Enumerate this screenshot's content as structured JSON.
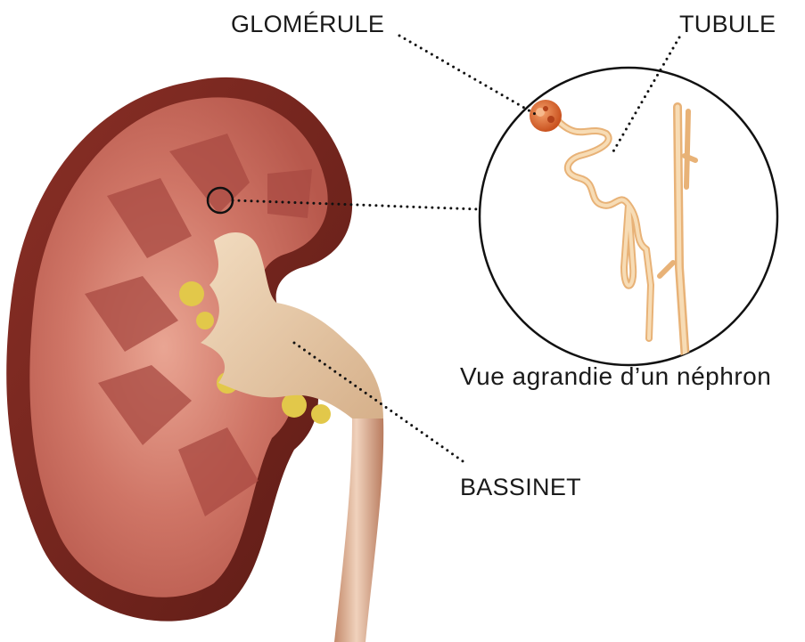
{
  "labels": {
    "glomerule": "GLOMÉRULE",
    "tubule": "TUBULE",
    "bassinet": "BASSINET",
    "caption": "Vue agrandie d’un néphron"
  },
  "colors": {
    "cortex_dark": "#7a2a22",
    "cortex": "#c86a5e",
    "medulla": "#a8473f",
    "pelvis": "#e8cba8",
    "fat": "#e2c84a",
    "ureter": "#d9a98a",
    "tubule": "#f3cf9c",
    "glomerulus": "#e06a2c",
    "leader": "#111111"
  },
  "icons": {
    "kidney": "kidney-illustration",
    "nephron": "nephron-illustration"
  }
}
